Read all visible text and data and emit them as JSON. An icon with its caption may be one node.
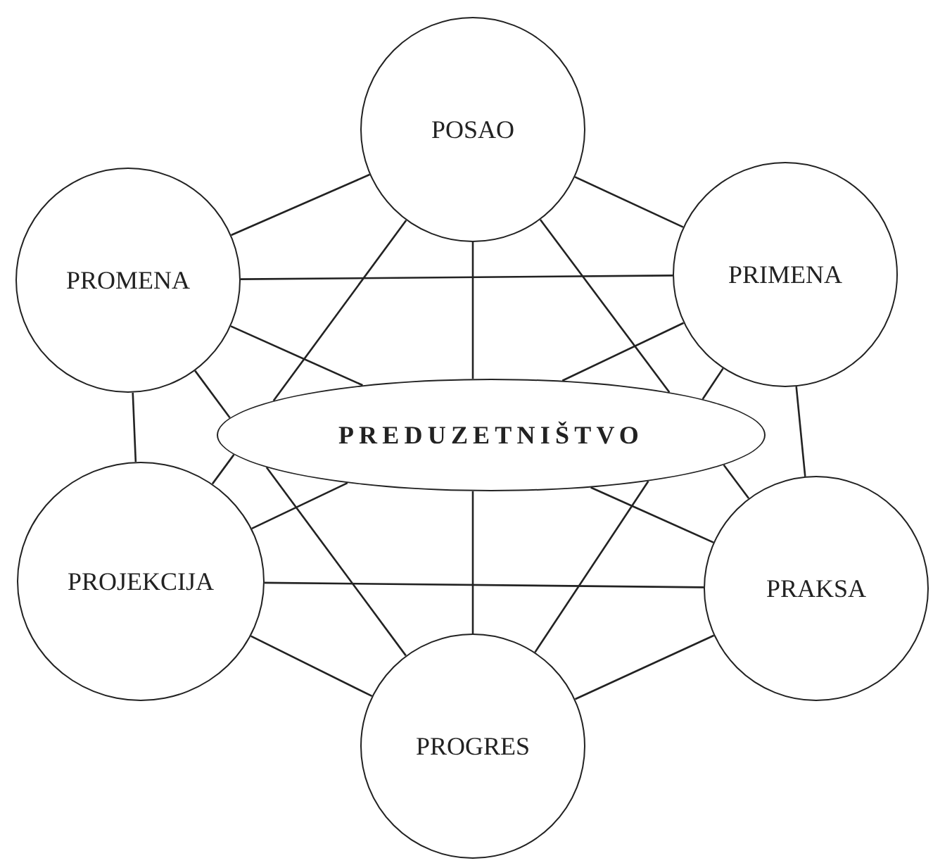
{
  "diagram": {
    "nodes": [
      {
        "text": [
          "POSAO"
        ]
      },
      {
        "text": [
          "PROMENA"
        ]
      },
      {
        "text": [
          "PRIMENA"
        ]
      },
      {
        "text": [
          "PREDUZETNIŠTVO"
        ]
      },
      {
        "text": [
          "PROJEKCIJA"
        ]
      },
      {
        "text": [
          "PRAKSA"
        ]
      },
      {
        "text": [
          "PROGRES"
        ]
      }
    ],
    "edges": [
      {
        "from": 0,
        "to": 1,
        "arrow": "none"
      },
      {
        "from": 0,
        "to": 2,
        "arrow": "none"
      },
      {
        "from": 0,
        "to": 3,
        "arrow": "none"
      },
      {
        "from": 0,
        "to": 3,
        "arrow": "none"
      },
      {
        "from": 0,
        "to": 3,
        "arrow": "none"
      },
      {
        "from": 1,
        "to": 2,
        "arrow": "none"
      },
      {
        "from": 1,
        "to": 4,
        "arrow": "none"
      },
      {
        "from": 1,
        "to": 3,
        "arrow": "none"
      },
      {
        "from": 1,
        "to": 3,
        "arrow": "none"
      },
      {
        "from": 2,
        "to": 3,
        "arrow": "none"
      },
      {
        "from": 2,
        "to": 5,
        "arrow": "none"
      },
      {
        "from": 2,
        "to": 3,
        "arrow": "none"
      },
      {
        "from": 4,
        "to": 5,
        "arrow": "none"
      },
      {
        "from": 4,
        "to": 6,
        "arrow": "none"
      },
      {
        "from": 5,
        "to": 6,
        "arrow": "none"
      },
      {
        "from": 3,
        "to": 4,
        "arrow": "none"
      },
      {
        "from": 3,
        "to": 5,
        "arrow": "none"
      },
      {
        "from": 3,
        "to": 6,
        "arrow": "none"
      },
      {
        "from": 3,
        "to": 5,
        "arrow": "none"
      },
      {
        "from": 3,
        "to": 6,
        "arrow": "none"
      },
      {
        "from": 3,
        "to": 4,
        "arrow": "none"
      },
      {
        "from": 3,
        "to": 6,
        "arrow": "none"
      }
    ]
  }
}
